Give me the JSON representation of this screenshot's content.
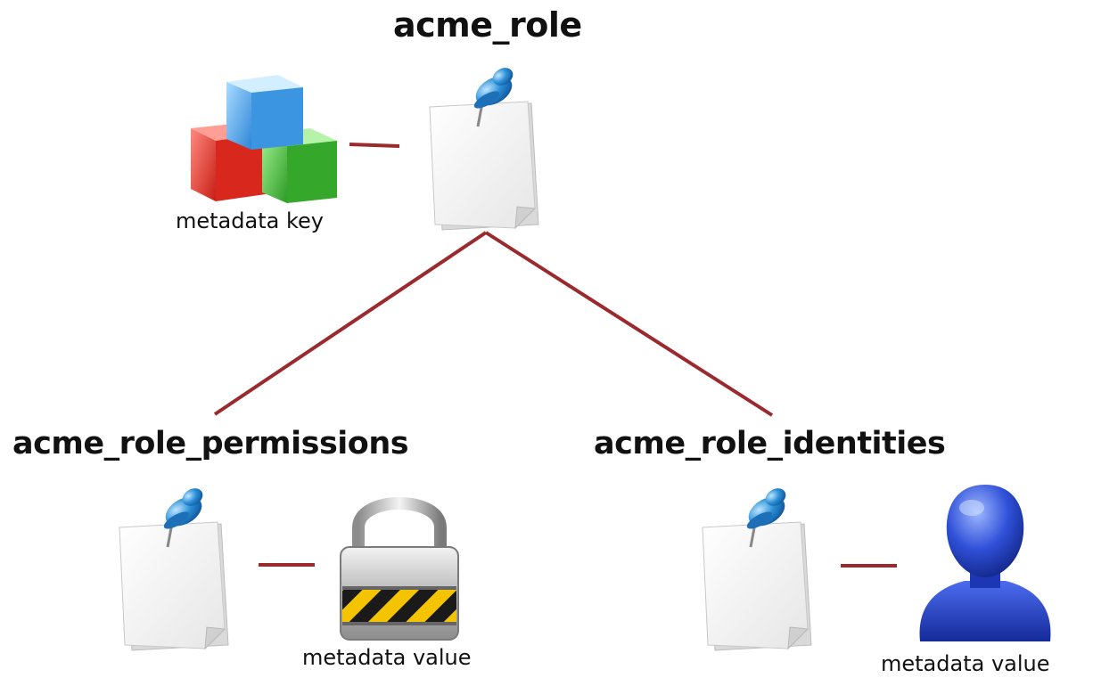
{
  "nodes": {
    "root": {
      "title": "acme_role"
    },
    "left": {
      "title": "acme_role_permissions"
    },
    "right": {
      "title": "acme_role_identities"
    }
  },
  "captions": {
    "key": "metadata key",
    "left_value": "metadata value",
    "right_value": "metadata value"
  },
  "icons": {
    "root_doc": "pinned-document-icon",
    "key": "cubes-icon",
    "left_doc": "pinned-document-icon",
    "lock": "padlock-icon",
    "right_doc": "pinned-document-icon",
    "user": "user-icon"
  },
  "colors": {
    "connector": "#9b2a2e",
    "pin": "#2b8fd6",
    "cube_red": "#e23a2d",
    "cube_green": "#3fb53a",
    "cube_blue": "#4aa8ef",
    "lock_stripe": "#f5c400",
    "user_blue": "#1f3fc4"
  }
}
